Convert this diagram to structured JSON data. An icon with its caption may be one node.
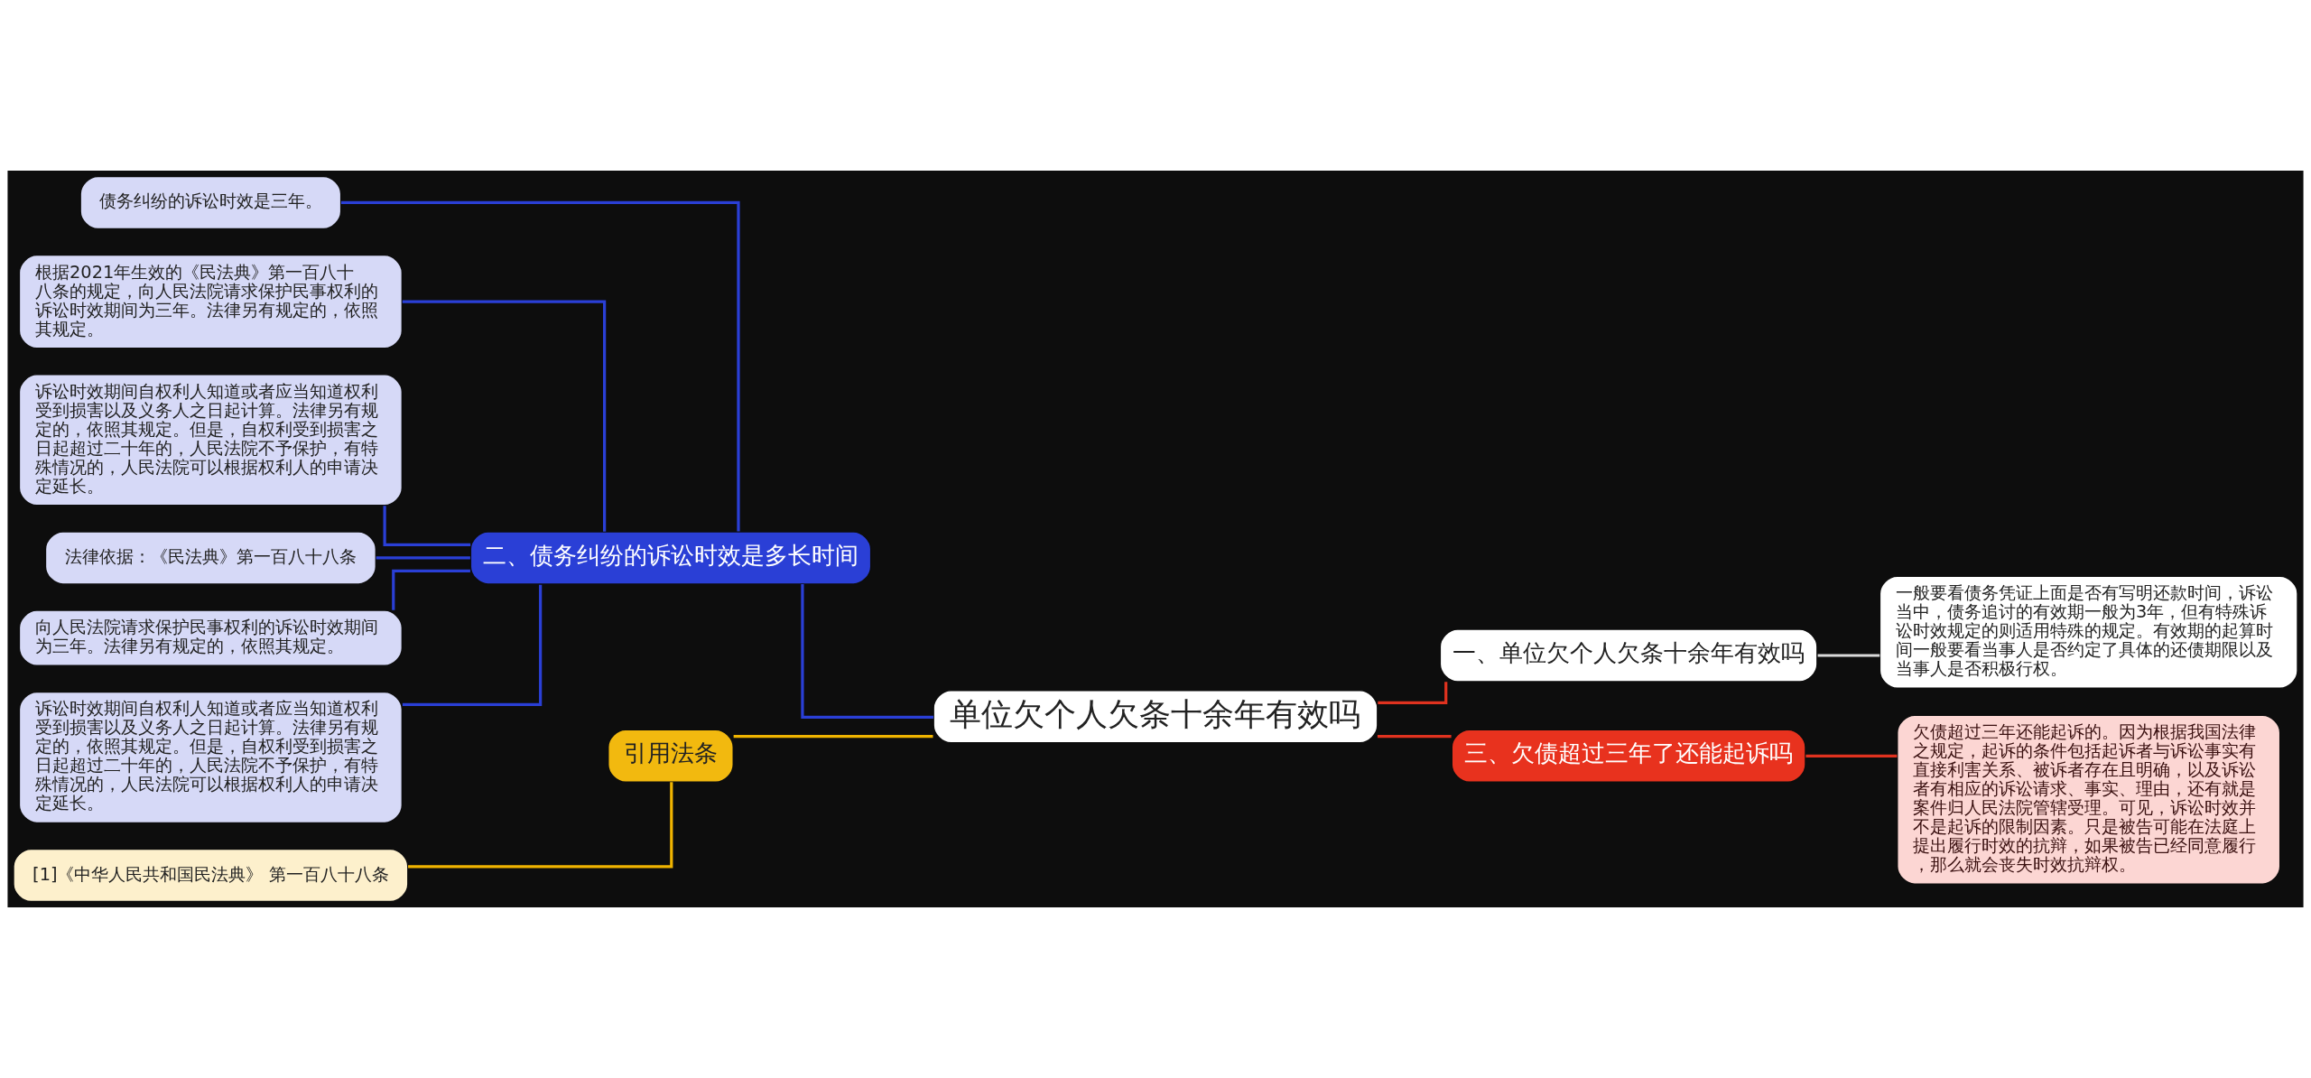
{
  "diagram": {
    "nodes": [
      {
        "text": [
          "单位欠个人欠条十余年有效吗"
        ]
      },
      {
        "text": [
          "一、单位欠个人欠条十余年有效吗"
        ]
      },
      {
        "text": [
          "一般要看债务凭证上面是否有写明还款时间，诉讼当中，债务追讨的有效期一般为3年，但有特殊诉讼时效规定的则适用特殊的规定。有效期的起算时间一般要看当事人是否约定了具体的还债期限以及当事人是否积极行权。"
        ]
      },
      {
        "text": [
          "三、欠债超过三年了还能起诉吗"
        ]
      },
      {
        "text": [
          "欠债超过三年还能起诉的。因为根据我国法律之规定，起诉的条件包括起诉者与诉讼事实有直接利害关系、被诉者存在且明确，以及诉讼者有相应的诉讼请求、事实、理由，还有就是案件归人民法院管辖受理。可见，诉讼时效并不是起诉的限制因素。只是被告可能在法庭上提出履行时效的抗辩，如果被告已经同意履行，那么就会丧失时效抗辩权。"
        ]
      },
      {
        "text": [
          "二、债务纠纷的诉讼时效是多长时间"
        ]
      },
      {
        "text": [
          "债务纠纷的诉讼时效是三年。"
        ]
      },
      {
        "text": [
          "根据2021年生效的《民法典》第一百八十八条的规定，向人民法院请求保护民事权利的诉讼时效期间为三年。法律另有规定的，依照其规定。"
        ]
      },
      {
        "text": [
          "诉讼时效期间自权利人知道或者应当知道权利受到损害以及义务人之日起计算。法律另有规定的，依照其规定。但是，自权利受到损害之日起超过二十年的，人民法院不予保护，有特殊情况的，人民法院可以根据权利人的申请决定延长。"
        ]
      },
      {
        "text": [
          "法律依据：《民法典》第一百八十八条"
        ]
      },
      {
        "text": [
          "向人民法院请求保护民事权利的诉讼时效期间为三年。法律另有规定的，依照其规定。"
        ]
      },
      {
        "text": [
          "诉讼时效期间自权利人知道或者应当知道权利受到损害以及义务人之日起计算。法律另有规定的，依照其规定。但是，自权利受到损害之日起超过二十年的，人民法院不予保护，有特殊情况的，人民法院可以根据权利人的申请决定延长。"
        ]
      },
      {
        "text": [
          "引用法条"
        ]
      },
      {
        "text": [
          "[1]《中华人民共和国民法典》 第一百八十八条"
        ]
      }
    ],
    "edges": [
      {
        "from": 0,
        "to": 1,
        "arrow": "none",
        "color": "#e0321f"
      },
      {
        "from": 1,
        "to": 2,
        "arrow": "none",
        "color": "#d9d9d9"
      },
      {
        "from": 0,
        "to": 3,
        "arrow": "none",
        "color": "#e0321f"
      },
      {
        "from": 3,
        "to": 4,
        "arrow": "none",
        "color": "#e0321f"
      },
      {
        "from": 0,
        "to": 5,
        "arrow": "none"
      },
      {
        "from": 5,
        "to": 6,
        "arrow": "none"
      },
      {
        "from": 5,
        "to": 7,
        "arrow": "none"
      },
      {
        "from": 5,
        "to": 8,
        "arrow": "none"
      },
      {
        "from": 5,
        "to": 9,
        "arrow": "none"
      },
      {
        "from": 5,
        "to": 10,
        "arrow": "none"
      },
      {
        "from": 5,
        "to": 11,
        "arrow": "none"
      },
      {
        "from": 0,
        "to": 12,
        "arrow": "none",
        "color": "#f0b400"
      },
      {
        "from": 12,
        "to": 13,
        "arrow": "none",
        "color": "#f0b400"
      }
    ]
  }
}
